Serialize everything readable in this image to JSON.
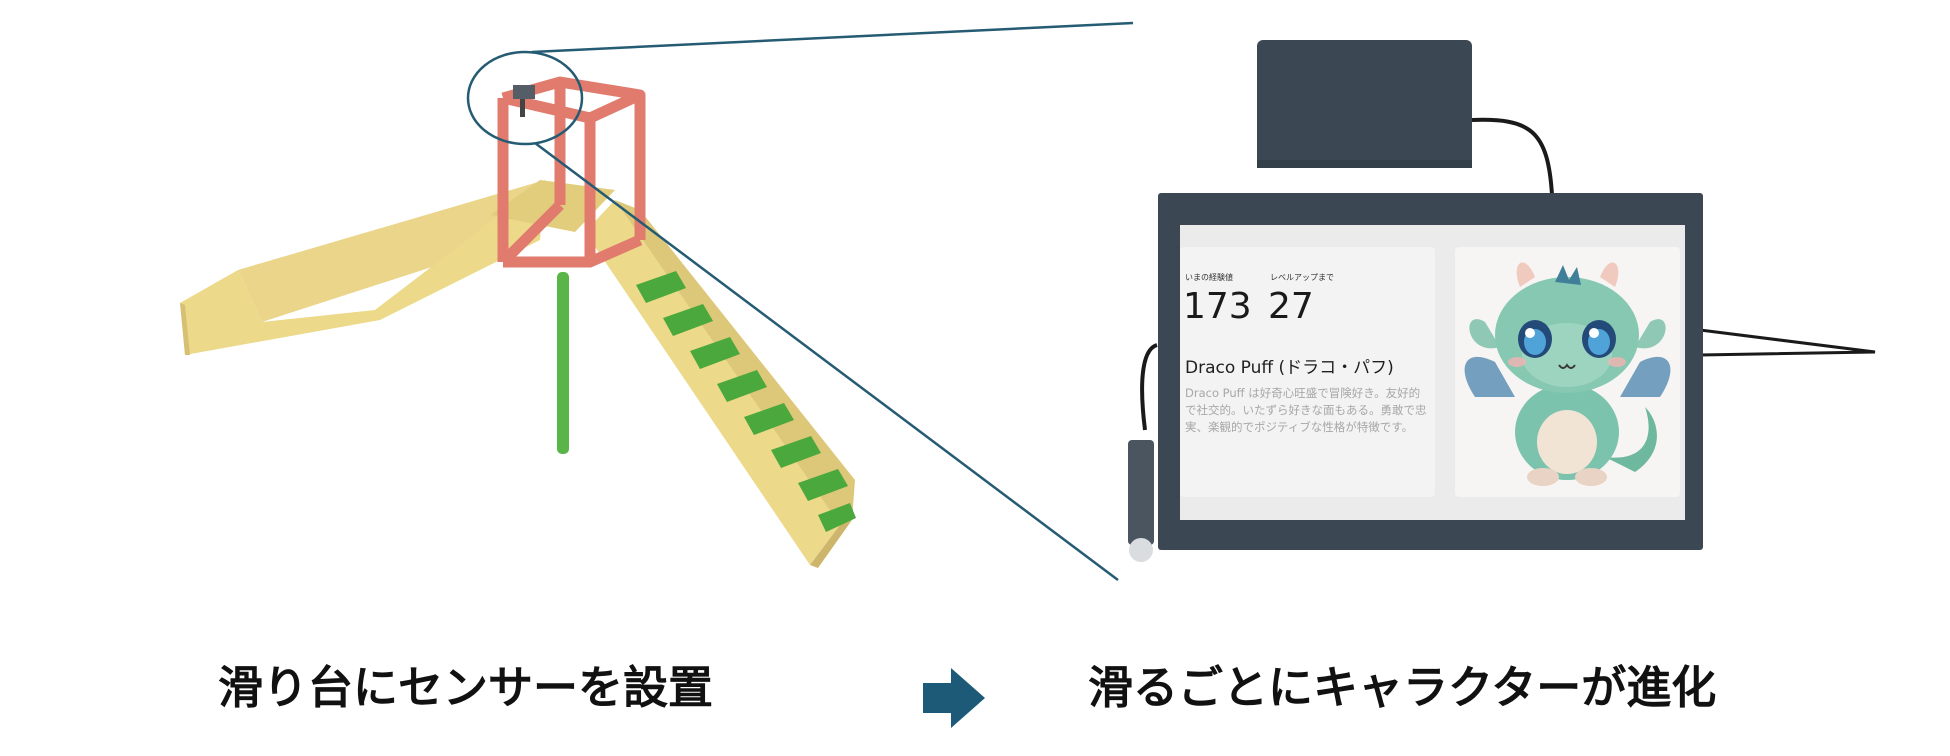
{
  "captions": {
    "left": "滑り台にセンサーを設置",
    "right": "滑るごとにキャラクターが進化"
  },
  "display": {
    "current_exp_label": "いまの経験値",
    "current_exp_value": "173",
    "to_level_up_label": "レベルアップまで",
    "to_level_up_value": "27",
    "character_name": "Draco Puff (ドラコ・パフ)",
    "character_description": "Draco Puff は好奇心旺盛で冒険好き。友好的で社交的。いたずら好きな面もある。勇敢で忠実、楽観的でポジティブな性格が特徴です。"
  },
  "colors": {
    "slide_yellow": "#ecd98a",
    "frame_red": "#e07b6e",
    "step_green": "#4aa83c",
    "pole_green": "#59b547",
    "callout_blue": "#255b73",
    "device_slate": "#3b4752",
    "arrow_blue": "#1d5a78"
  },
  "icons": {
    "arrow": "arrow-right-icon"
  }
}
